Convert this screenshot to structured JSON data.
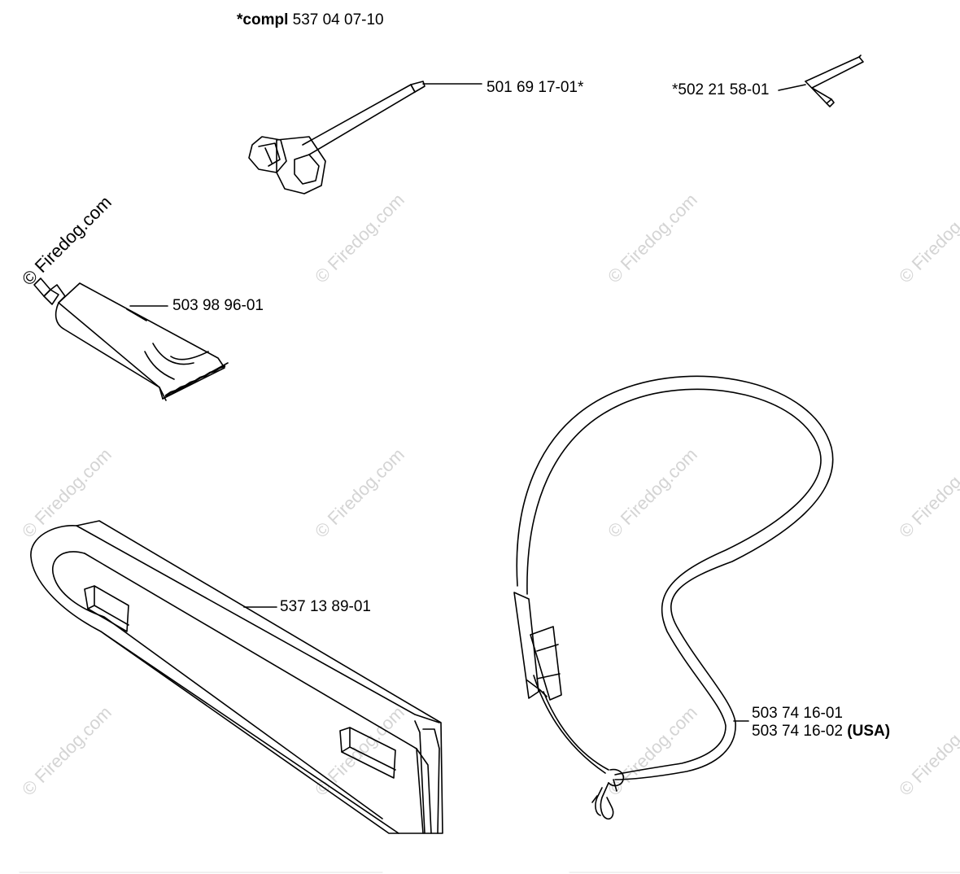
{
  "header": {
    "prefix": "*compl",
    "number": "537 04 07-10"
  },
  "parts": {
    "wrench": {
      "number": "501 69 17-01*"
    },
    "hex_key": {
      "number": "*502 21 58-01"
    },
    "grease_tube": {
      "number": "503 98 96-01"
    },
    "bar_cover": {
      "number": "537 13 89-01"
    },
    "harness": {
      "number_1": "503 74 16-01",
      "number_2": "503 74 16-02",
      "number_2_suffix": "(USA)"
    }
  },
  "watermark": {
    "text": "© Firedog.com"
  },
  "colors": {
    "line": "#000000",
    "watermark": "#d4d4d4",
    "background": "#ffffff"
  }
}
